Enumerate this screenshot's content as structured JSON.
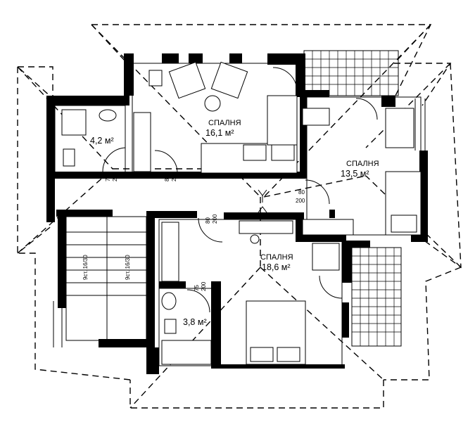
{
  "plan": {
    "rooms": [
      {
        "name": "СПАЛНЯ",
        "area": "16,1 м²"
      },
      {
        "name": "СПАЛНЯ",
        "area": "13,5 м²"
      },
      {
        "name": "СПАЛНЯ",
        "area": "18,6 м²"
      },
      {
        "name": "",
        "area": "4,2 м²"
      },
      {
        "name": "",
        "area": "3,8 м²"
      }
    ],
    "doors": [
      {
        "w": "75",
        "h": "200"
      },
      {
        "w": "80",
        "h": "200"
      },
      {
        "w": "80",
        "h": "200"
      },
      {
        "w": "80",
        "h": "200"
      },
      {
        "w": "75",
        "h": "200"
      }
    ],
    "stairs": [
      {
        "label": "9ст. 16/30"
      },
      {
        "label": "9ст. 16/30"
      }
    ]
  }
}
